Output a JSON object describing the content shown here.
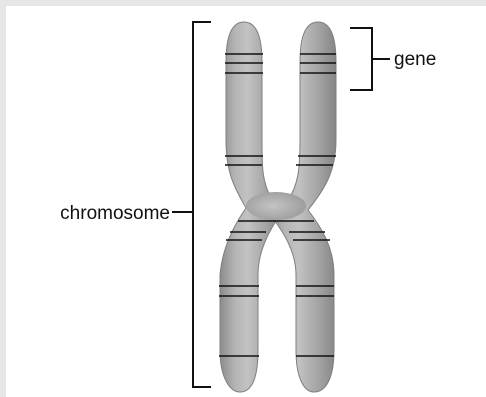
{
  "labels": {
    "chromosome": "chromosome",
    "gene": "gene"
  },
  "colors": {
    "outer_frame": "#e6e6e6",
    "panel": "#ffffff",
    "chromosome_fill": "#a9a9a9",
    "chromosome_edge": "#7f7f7f",
    "band": "#111111",
    "line": "#111111"
  },
  "band_count": 20
}
